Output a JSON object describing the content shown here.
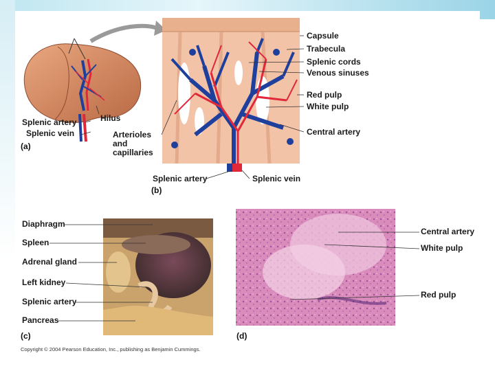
{
  "panel_a": {
    "tag": "(a)",
    "labels": {
      "splenic_artery": "Splenic artery",
      "splenic_vein": "Splenic vein",
      "hilus": "Hilus",
      "arterioles": "Arterioles and capillaries"
    }
  },
  "panel_b": {
    "tag": "(b)",
    "labels": {
      "capsule": "Capsule",
      "trabecula": "Trabecula",
      "splenic_cords": "Splenic cords",
      "venous_sinuses": "Venous sinuses",
      "red_pulp": "Red pulp",
      "white_pulp": "White pulp",
      "central_artery": "Central artery",
      "splenic_artery": "Splenic artery",
      "splenic_vein": "Splenic vein"
    }
  },
  "panel_c": {
    "tag": "(c)",
    "labels": {
      "diaphragm": "Diaphragm",
      "spleen": "Spleen",
      "adrenal_gland": "Adrenal gland",
      "left_kidney": "Left kidney",
      "splenic_artery": "Splenic artery",
      "pancreas": "Pancreas"
    }
  },
  "panel_d": {
    "tag": "(d)",
    "labels": {
      "central_artery": "Central artery",
      "white_pulp": "White pulp",
      "red_pulp": "Red pulp"
    }
  },
  "copyright": "Copyright © 2004 Pearson Education, Inc., publishing as Benjamin Cummings.",
  "colors": {
    "artery": "#e0283a",
    "vein": "#1f3f9c",
    "spleen": "#d98b63",
    "pulp_bg": "#f2b7a0",
    "histology": "#d97fb3"
  }
}
